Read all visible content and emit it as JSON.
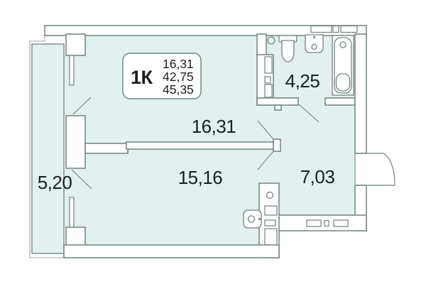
{
  "floor_plan": {
    "unit_card": {
      "type_label": "1К",
      "values": [
        "16,31",
        "42,75",
        "45,35"
      ]
    },
    "room_labels": {
      "living": "16,31",
      "kitchen_living": "15,16",
      "bathroom": "4,25",
      "hallway": "7,03",
      "balcony": "5,20"
    },
    "colors": {
      "floor_fill": "#e2f1ef",
      "wall_line": "#71827f",
      "thin_line": "#9aaaa7",
      "text_color": "#1d1d1f",
      "wall_fill": "#ffffff"
    }
  }
}
